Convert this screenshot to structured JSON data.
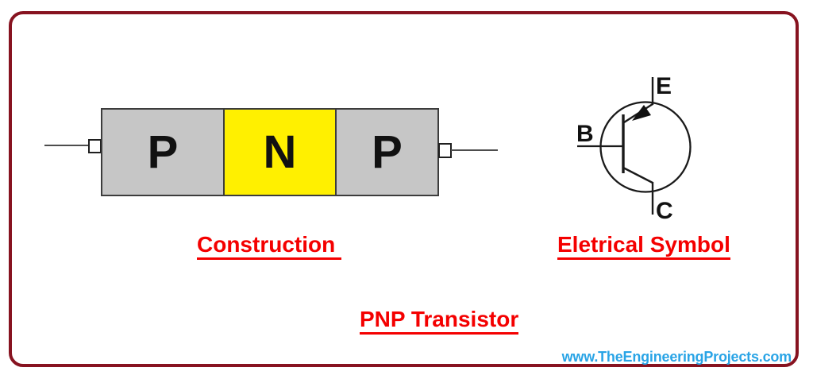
{
  "frame": {
    "border_color": "#871320"
  },
  "construction": {
    "caption": "Construction ",
    "blocks": [
      {
        "label": "P",
        "color": "#c6c6c6"
      },
      {
        "label": "N",
        "color": "#fff000"
      },
      {
        "label": "P",
        "color": "#c6c6c6"
      }
    ]
  },
  "symbol": {
    "caption": "Eletrical Symbol",
    "terminals": {
      "emitter": "E",
      "base": "B",
      "collector": "C"
    }
  },
  "title": "PNP Transistor",
  "watermark": {
    "text": "www.TheEngineeringProjects.com",
    "color": "#29a4e6"
  },
  "accent_red": "#f40000"
}
